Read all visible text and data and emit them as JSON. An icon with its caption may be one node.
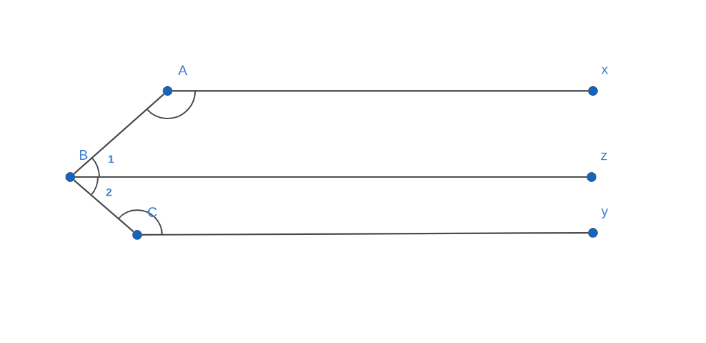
{
  "diagram": {
    "nodes": [
      {
        "text": [
          "A"
        ]
      },
      {
        "text": [
          "x"
        ]
      },
      {
        "text": [
          "B"
        ]
      },
      {
        "text": [
          "z"
        ]
      },
      {
        "text": [
          "C"
        ]
      },
      {
        "text": [
          "y"
        ]
      }
    ],
    "edges": [
      {
        "from": 0,
        "to": 1,
        "arrow": "none"
      },
      {
        "from": 2,
        "to": 0,
        "arrow": "none"
      },
      {
        "from": 2,
        "to": 3,
        "arrow": "none"
      },
      {
        "from": 2,
        "to": 4,
        "arrow": "none"
      },
      {
        "from": 4,
        "to": 5,
        "arrow": "none"
      }
    ],
    "labels": [
      "1",
      "2"
    ]
  }
}
